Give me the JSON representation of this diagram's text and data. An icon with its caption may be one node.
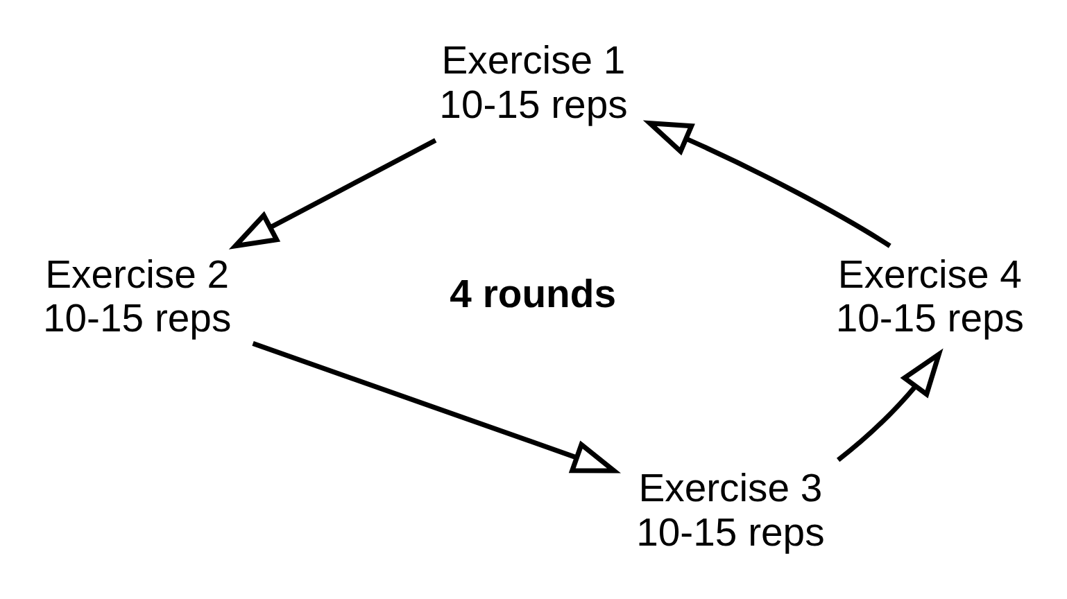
{
  "diagram": {
    "nodes": [
      {
        "text": [
          "Exercise 1",
          "10-15 reps"
        ]
      },
      {
        "text": [
          "Exercise 2",
          "10-15 reps"
        ]
      },
      {
        "text": [
          "Exercise 3",
          "10-15 reps"
        ]
      },
      {
        "text": [
          "Exercise 4",
          "10-15 reps"
        ]
      }
    ],
    "edges": [
      {
        "from": 0,
        "to": 1,
        "arrow": "to"
      },
      {
        "from": 1,
        "to": 2,
        "arrow": "to"
      },
      {
        "from": 2,
        "to": 3,
        "arrow": "to"
      },
      {
        "from": 3,
        "to": 0,
        "arrow": "to"
      }
    ],
    "labels": [
      "**4 rounds**"
    ]
  }
}
